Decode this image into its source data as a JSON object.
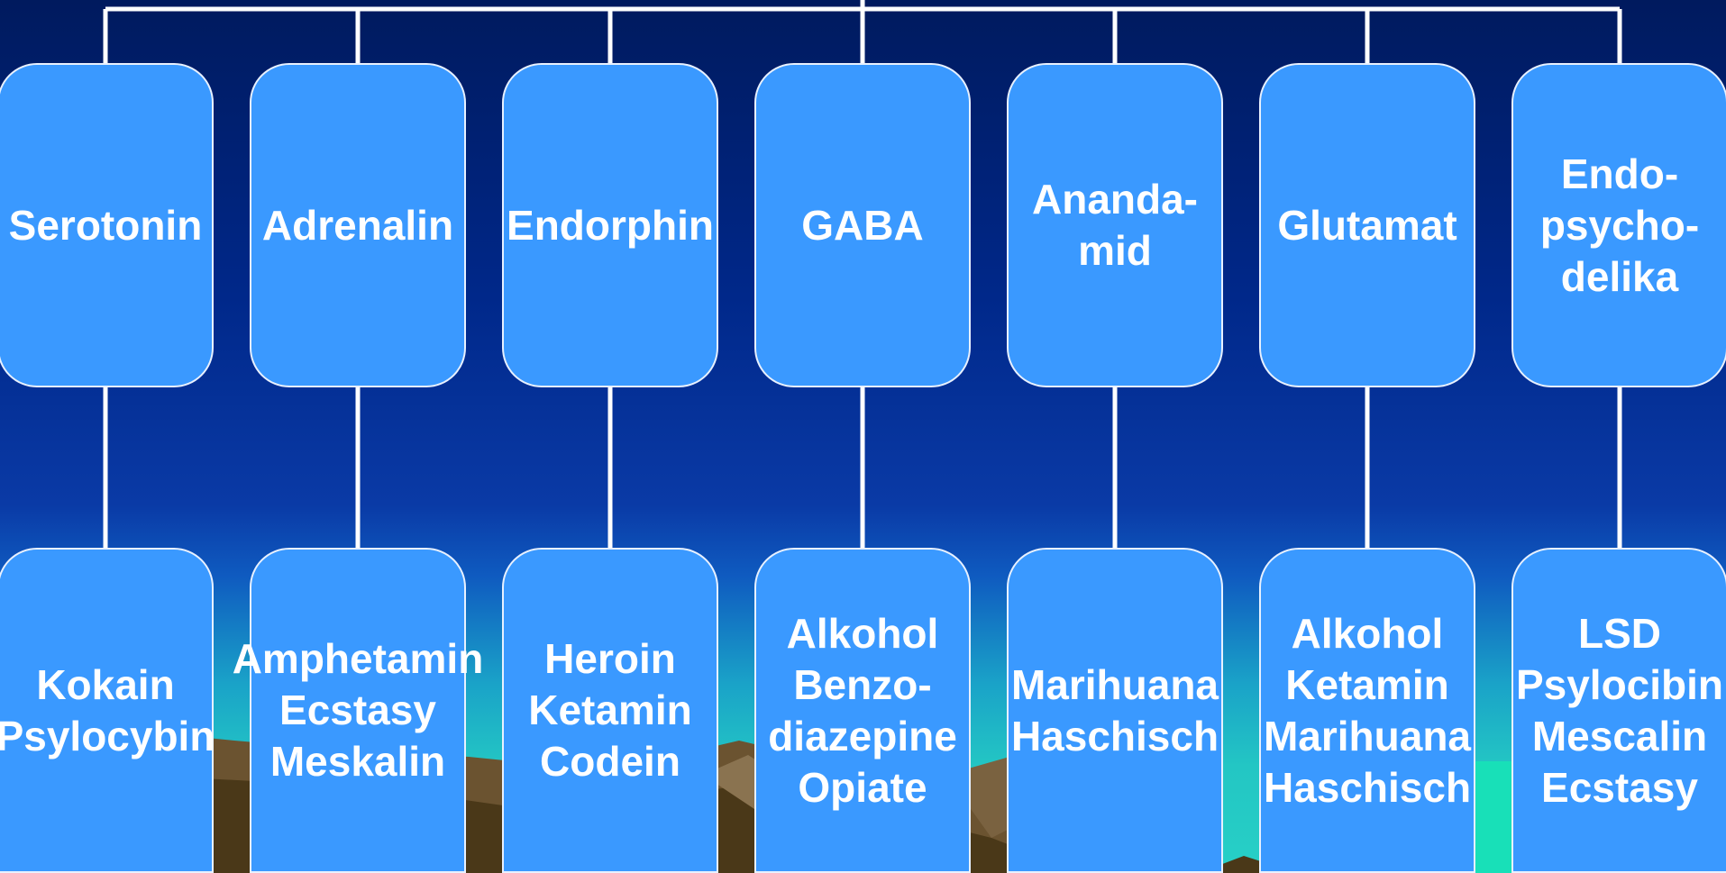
{
  "colors": {
    "box_fill": "#3a99ff",
    "box_border": "#e8f1ff",
    "connector": "#ffffff",
    "text": "#ffffff"
  },
  "neurotransmitters": [
    {
      "label": "Serotonin",
      "substances": "Kokain\nPsylocybin"
    },
    {
      "label": "Adrenalin",
      "substances": "Amphetamin\nEcstasy\nMeskalin"
    },
    {
      "label": "Endorphin",
      "substances": "Heroin\nKetamin\nCodein"
    },
    {
      "label": "GABA",
      "substances": "Alkohol\nBenzo-\ndiazepine\nOpiate"
    },
    {
      "label": "Ananda-\nmid",
      "substances": "Marihuana\nHaschisch"
    },
    {
      "label": "Glutamat",
      "substances": "Alkohol\nKetamin\nMarihuana\nHaschisch"
    },
    {
      "label": "Endo-\npsycho-\ndelika",
      "substances": "LSD\nPsylocibin\nMescalin\nEcstasy"
    }
  ]
}
